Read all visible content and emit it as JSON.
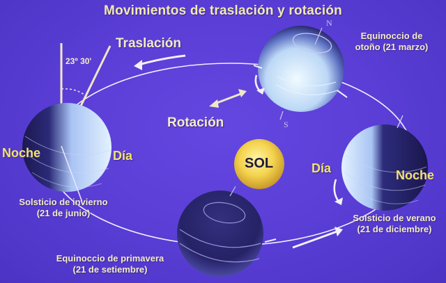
{
  "title": "Movimientos de traslación y rotación",
  "labels": {
    "traslacion": "Traslación",
    "rotacion": "Rotación",
    "angle": "23º 30'",
    "sol": "SOL",
    "north": "N",
    "south": "S"
  },
  "positions": [
    {
      "id": "left",
      "name_line1": "Solsticio de invierno",
      "name_line2": "(21 de junio)",
      "night": "Noche",
      "day": "Día"
    },
    {
      "id": "top",
      "name_line1": "Equinoccio de",
      "name_line2": "otoño (21 marzo)"
    },
    {
      "id": "right",
      "name_line1": "Solsticio de verano",
      "name_line2": "(21 de diciembre)",
      "night": "Noche",
      "day": "Día"
    },
    {
      "id": "bottom",
      "name_line1": "Equinoccio de primavera",
      "name_line2": "(21 de setiembre)"
    }
  ],
  "colors": {
    "background": "#5a3ed6",
    "label_yellow": "#f2e46a",
    "label_cream": "#f4ecc8",
    "sun": "#f0d04a",
    "earth_day": "#dff0ff",
    "earth_night": "#241f5e",
    "orbit": "#f2eefc"
  }
}
